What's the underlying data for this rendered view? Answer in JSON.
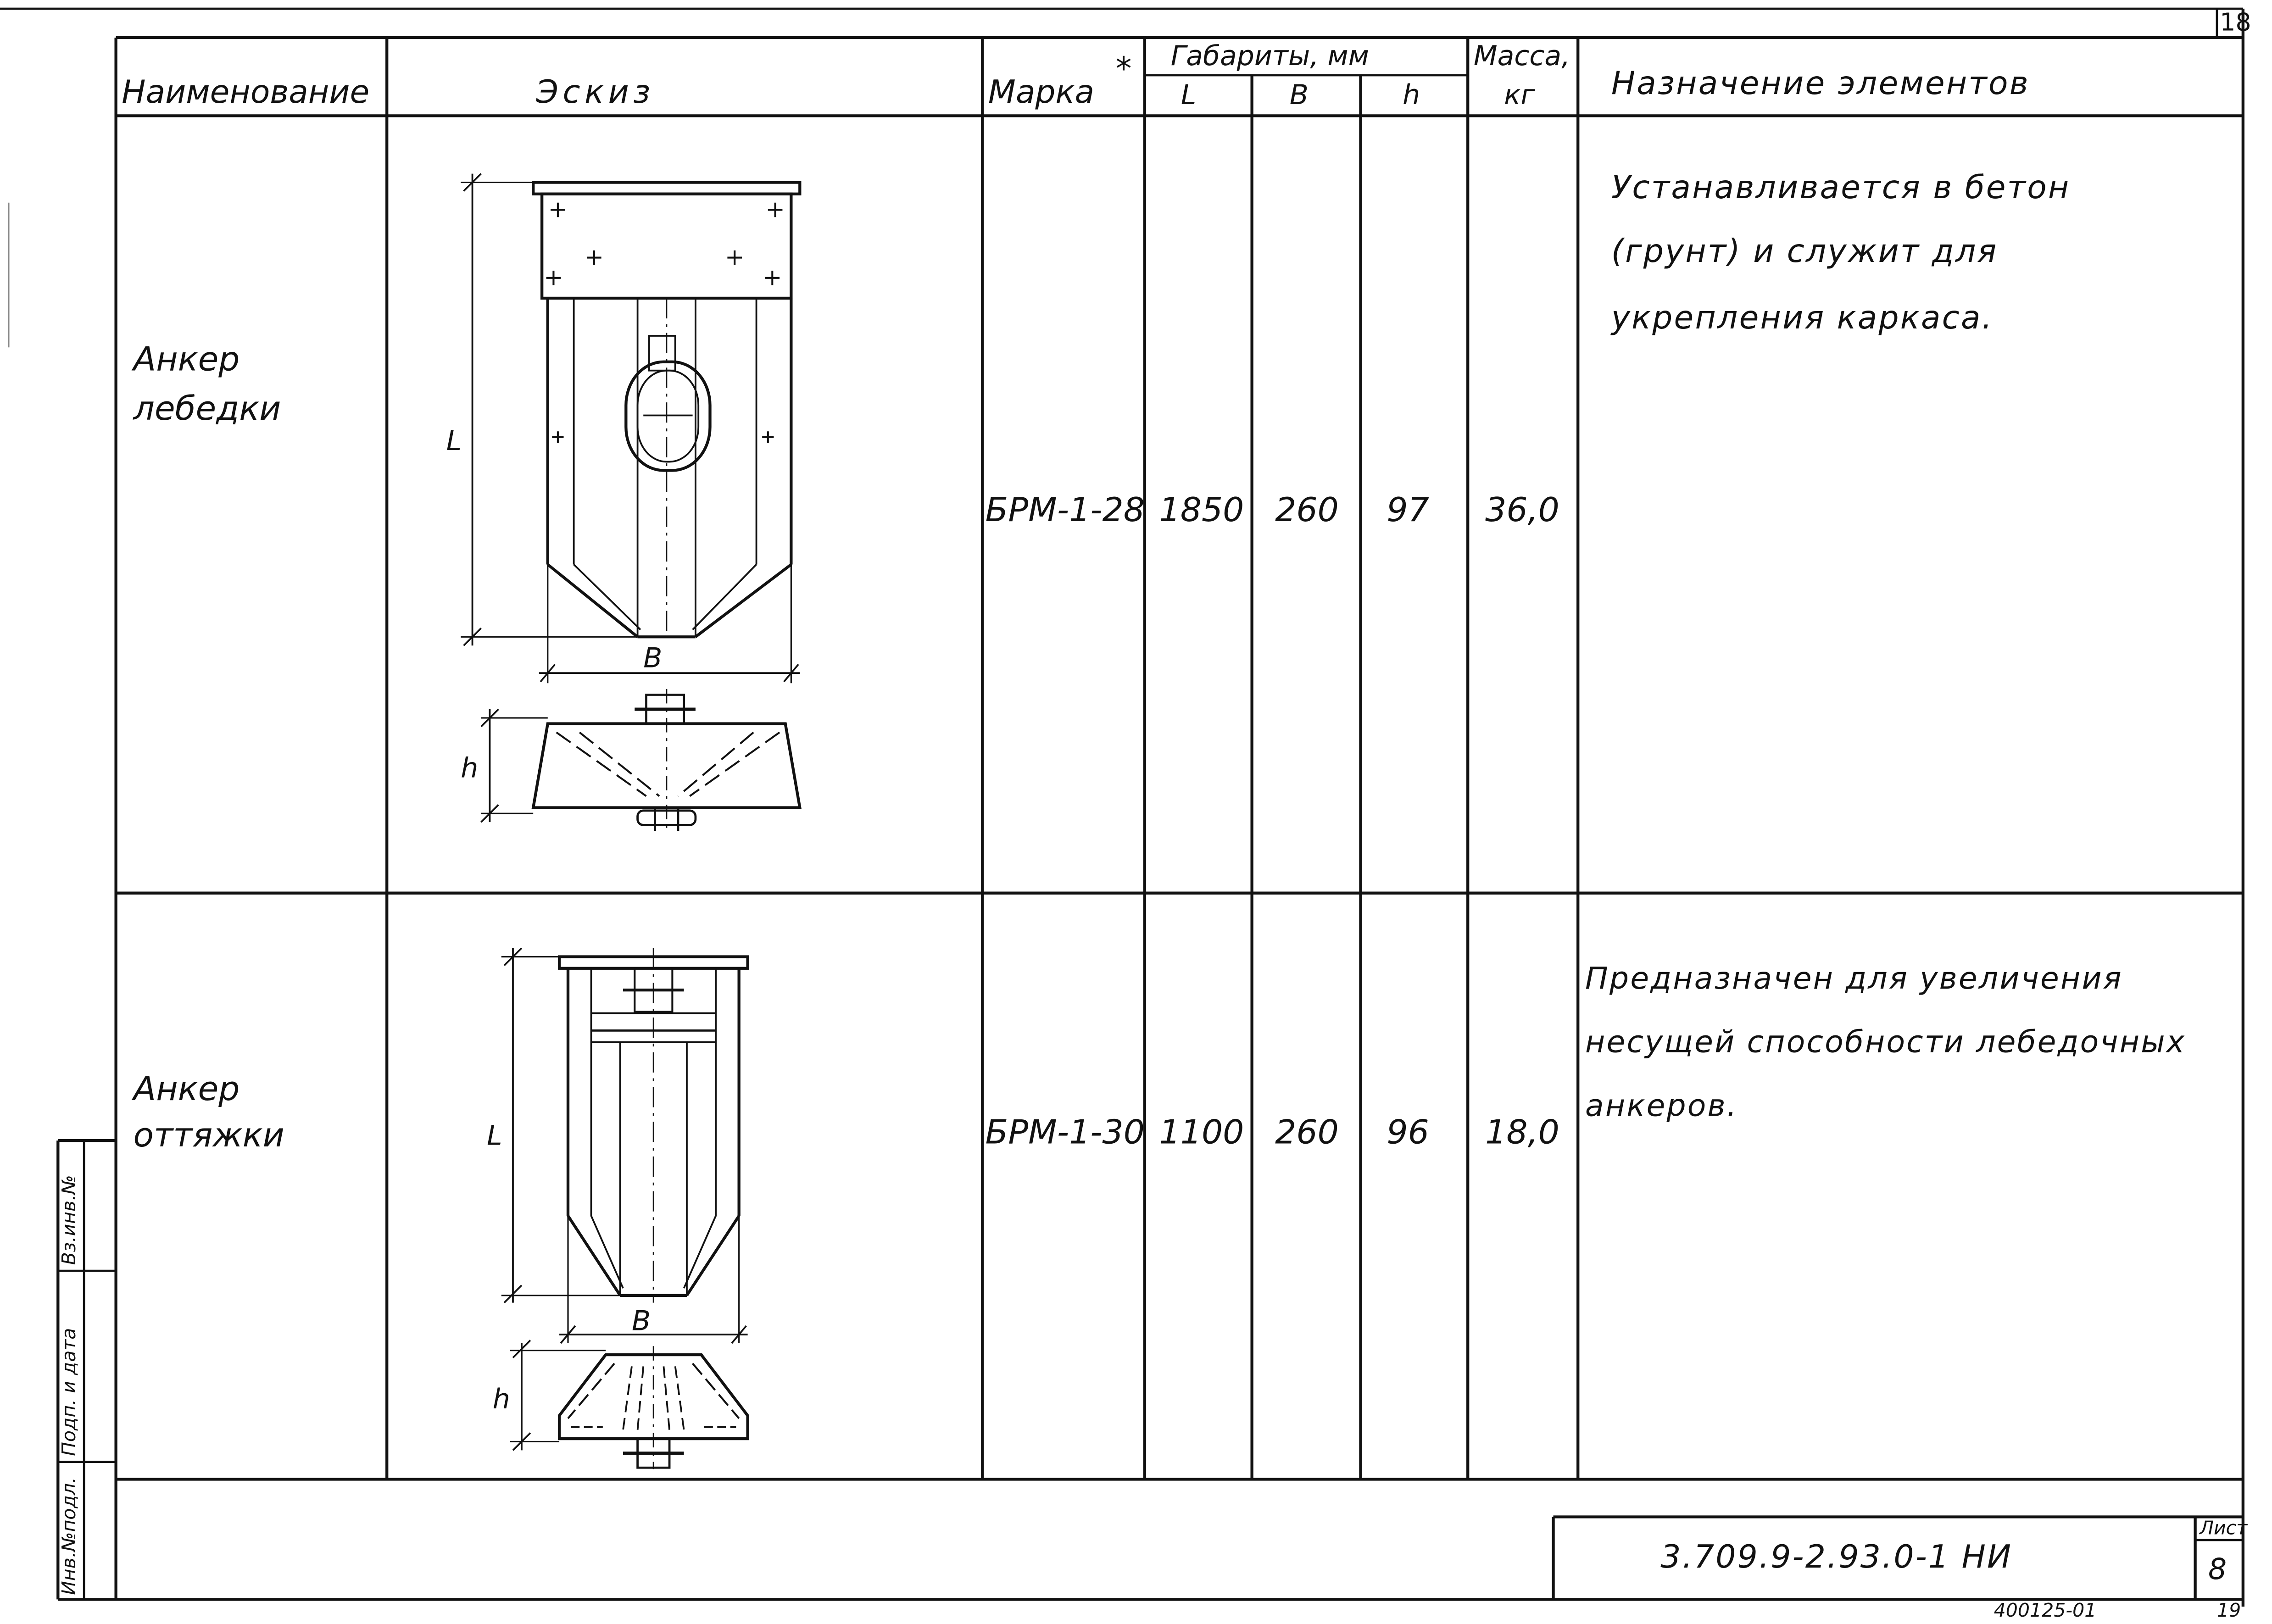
{
  "sheet_corner_number": "18",
  "header": {
    "name": "Наименование",
    "sketch": "Эскиз",
    "mark": "Марка",
    "mark_asterisk": "*",
    "dimensions": "Габариты, мм",
    "dim_l": "L",
    "dim_b": "B",
    "dim_h": "h",
    "mass": "Масса,",
    "mass_unit": "кг",
    "purpose": "Назначение элементов"
  },
  "rows": [
    {
      "name": [
        "Анкер",
        "лебедки"
      ],
      "mark": "БРМ-1-28",
      "L": "1850",
      "B": "260",
      "h": "97",
      "mass": "36,0",
      "purpose": [
        "Устанавливается в бетон",
        "(грунт) и служит для",
        "укрепления каркаса."
      ],
      "sketch_labels": {
        "L": "L",
        "B": "B",
        "h": "h"
      }
    },
    {
      "name": [
        "Анкер",
        "оттяжки"
      ],
      "mark": "БРМ-1-30",
      "L": "1100",
      "B": "260",
      "h": "96",
      "mass": "18,0",
      "purpose": [
        "Предназначен для увеличения",
        "несущей способности лебедочных",
        "анкеров."
      ],
      "sketch_labels": {
        "L": "L",
        "B": "B",
        "h": "h"
      }
    }
  ],
  "side_stamp": [
    "Инв.№подл.",
    "Подп. и дата",
    "Вз.инв.№"
  ],
  "title_block": {
    "doc_code": "3.709.9-2.93.0-1 НИ",
    "sheet_label": "Лист",
    "sheet_number": "8"
  },
  "footer": {
    "archive_code": "400125-01",
    "page_number": "19"
  }
}
